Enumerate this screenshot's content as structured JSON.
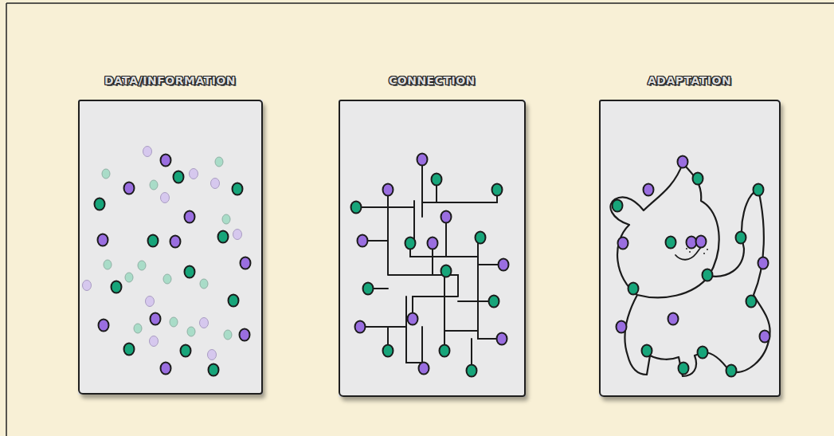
{
  "diagram": {
    "nodes": [
      {
        "text": [
          "DATA/INFORMATION"
        ]
      },
      {
        "text": [
          "CONNECTION"
        ]
      },
      {
        "text": [
          "ADAPTATION"
        ]
      }
    ]
  }
}
